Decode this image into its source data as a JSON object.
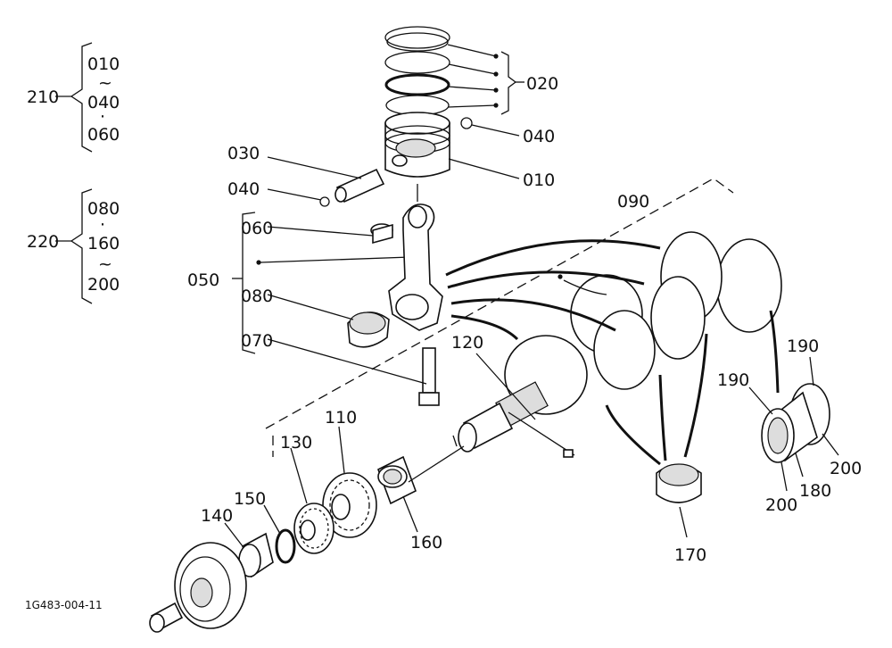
{
  "diagram": {
    "drawing_code": "1G483-004-11",
    "group_210": {
      "label": "210",
      "items": [
        "010",
        "~",
        "040",
        "·",
        "060"
      ]
    },
    "group_220": {
      "label": "220",
      "items": [
        "080",
        "·",
        "160",
        "~",
        "200"
      ]
    },
    "callouts": {
      "c020": "020",
      "c040a": "040",
      "c010": "010",
      "c030": "030",
      "c040b": "040",
      "c060": "060",
      "c050": "050",
      "c080": "080",
      "c070": "070",
      "c090": "090",
      "c120": "120",
      "c110": "110",
      "c130": "130",
      "c150": "150",
      "c140": "140",
      "c160": "160",
      "c170": "170",
      "c190a": "190",
      "c190b": "190",
      "c200a": "200",
      "c200b": "200",
      "c180": "180"
    }
  }
}
